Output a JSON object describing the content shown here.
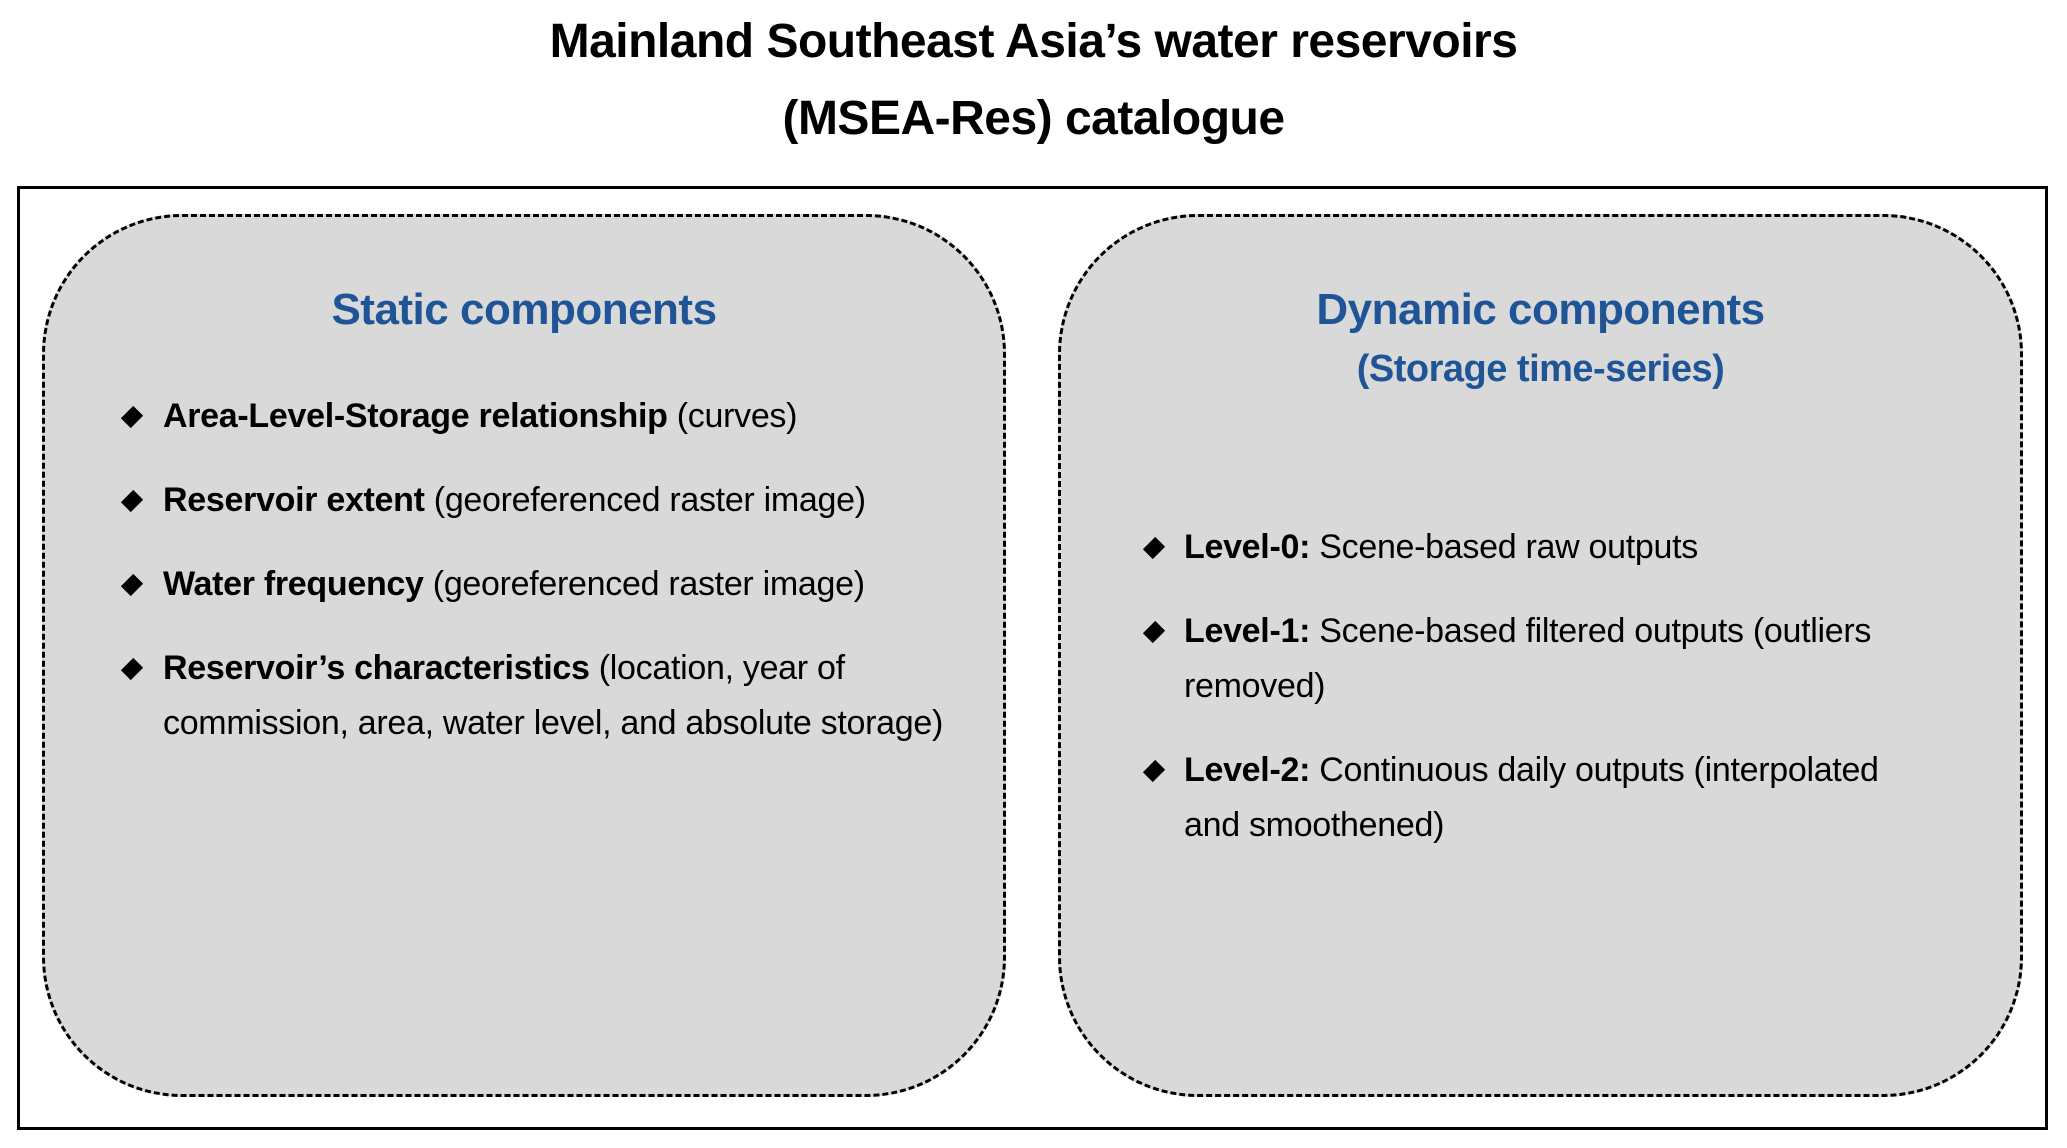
{
  "title": {
    "line1": "Mainland Southeast Asia’s water reservoirs",
    "line2": "(MSEA-Res) catalogue"
  },
  "colors": {
    "heading_blue": "#1f5597",
    "panel_fill": "#d9d9d9",
    "border": "#000000"
  },
  "static_panel": {
    "heading": "Static components",
    "bullet_icon": "diamond-bullet",
    "items": [
      {
        "bold": "Area-Level-Storage relationship",
        "normal": " (curves)"
      },
      {
        "bold": "Reservoir extent",
        "normal": " (georeferenced raster image)"
      },
      {
        "bold": "Water frequency",
        "normal": " (georeferenced raster image)"
      },
      {
        "bold": "Reservoir’s characteristics",
        "normal": " (location, year of commission, area, water level, and absolute storage)"
      }
    ]
  },
  "dynamic_panel": {
    "heading": "Dynamic components",
    "subheading": "(Storage time-series)",
    "bullet_icon": "diamond-bullet",
    "items": [
      {
        "bold": "Level-0:",
        "normal": " Scene-based raw outputs"
      },
      {
        "bold": "Level-1:",
        "normal": " Scene-based filtered outputs (outliers removed)"
      },
      {
        "bold": "Level-2:",
        "normal": " Continuous daily outputs (interpolated and smoothened)"
      }
    ]
  }
}
